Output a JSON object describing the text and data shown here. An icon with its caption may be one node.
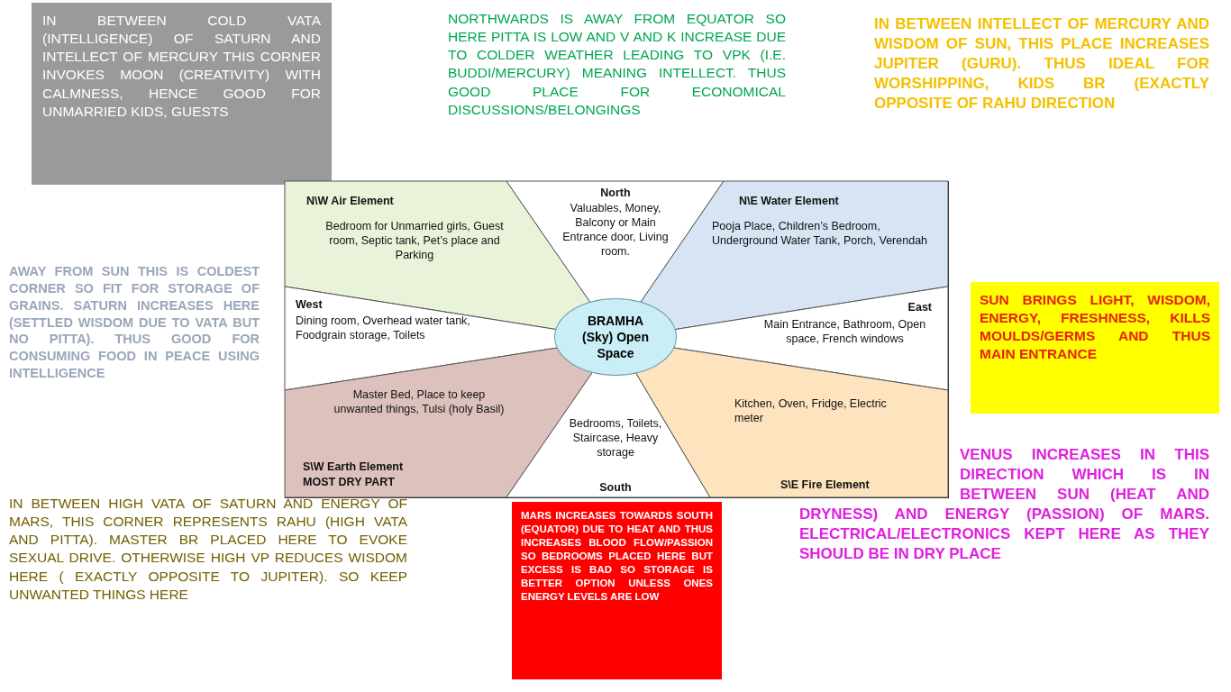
{
  "diagram": {
    "nodes": [
      {
        "text": [
          "IN BETWEEN COLD VATA (INTELLIGENCE) OF SATURN AND INTELLECT OF MERCURY THIS CORNER INVOKES MOON (CREATIVITY) WITH CALMNESS, HENCE GOOD FOR UNMARRIED KIDS, GUESTS"
        ]
      },
      {
        "text": [
          "N\\W Air Element",
          "Bedroom for Unmarried girls, Guest room, Septic tank, Pet’s place and Parking"
        ]
      },
      {
        "text": [
          "North",
          "Valuables, Money, Balcony or Main Entrance door, Living room."
        ]
      },
      {
        "text": [
          "N\\E Water Element",
          "Pooja Place, Children’s Bedroom, Underground Water Tank, Porch, Verendah"
        ]
      },
      {
        "text": [
          "West",
          "Dining room, Overhead water tank, Foodgrain storage, Toilets"
        ]
      },
      {
        "text": [
          "BRAMHA (Sky) Open Space"
        ]
      },
      {
        "text": [
          "East",
          "Main Entrance, Bathroom, Open space, French windows"
        ]
      },
      {
        "text": [
          "SUN BRINGS LIGHT, WISDOM, ENERGY, FRESHNESS, KILLS MOULDS/GERMS AND THUS MAIN ENTRANCE"
        ]
      },
      {
        "text": [
          "Master Bed, Place to keep unwanted things, Tulsi (holy Basil)",
          "S\\W Earth Element",
          "MOST DRY PART"
        ]
      },
      {
        "text": [
          "Bedrooms, Toilets, Staircase, Heavy storage",
          "South"
        ]
      },
      {
        "text": [
          "Kitchen, Oven, Fridge, Electric meter",
          "S\\E Fire Element"
        ]
      },
      {
        "text": [
          "MARS INCREASES TOWARDS SOUTH (EQUATOR) DUE TO HEAT AND THUS INCREASES BLOOD FLOW/PASSION SO BEDROOMS PLACED HERE BUT EXCESS IS BAD SO STORAGE IS BETTER OPTION UNLESS ONES ENERGY LEVELS ARE LOW"
        ]
      }
    ],
    "labels": [
      "NORTHWARDS IS AWAY FROM EQUATOR SO HERE PITTA IS LOW AND V AND K INCREASE DUE TO COLDER WEATHER LEADING TO VPK (I.E. BUDDI/MERCURY) MEANING INTELLECT. THUS GOOD PLACE FOR ECONOMICAL DISCUSSIONS/BELONGINGS",
      "IN BETWEEN INTELLECT OF MERCURY AND WISDOM OF SUN, THIS PLACE INCREASES JUPITER (GURU). THUS IDEAL FOR WORSHIPPING, KIDS BR (EXACTLY OPPOSITE OF RAHU DIRECTION",
      "AWAY FROM SUN THIS IS COLDEST CORNER SO FIT FOR STORAGE OF GRAINS. SATURN INCREASES HERE (SETTLED WISDOM DUE TO VATA BUT NO PITTA). THUS GOOD FOR CONSUMING FOOD IN PEACE USING INTELLIGENCE",
      "VENUS INCREASES IN THIS DIRECTION WHICH IS IN BETWEEN SUN (HEAT AND DRYNESS) AND ENERGY (PASSION) OF MARS. ELECTRICAL/ELECTRONICS KEPT HERE AS THEY SHOULD BE IN DRY PLACE",
      "IN BETWEEN HIGH VATA OF SATURN AND ENERGY OF MARS, THIS CORNER REPRESENTS RAHU (HIGH VATA AND PITTA). MASTER BR PLACED HERE TO EVOKE SEXUAL DRIVE. OTHERWISE HIGH VP REDUCES WISDOM HERE ( EXACTLY OPPOSITE TO JUPITER). SO KEEP UNWANTED THINGS HERE"
    ]
  }
}
